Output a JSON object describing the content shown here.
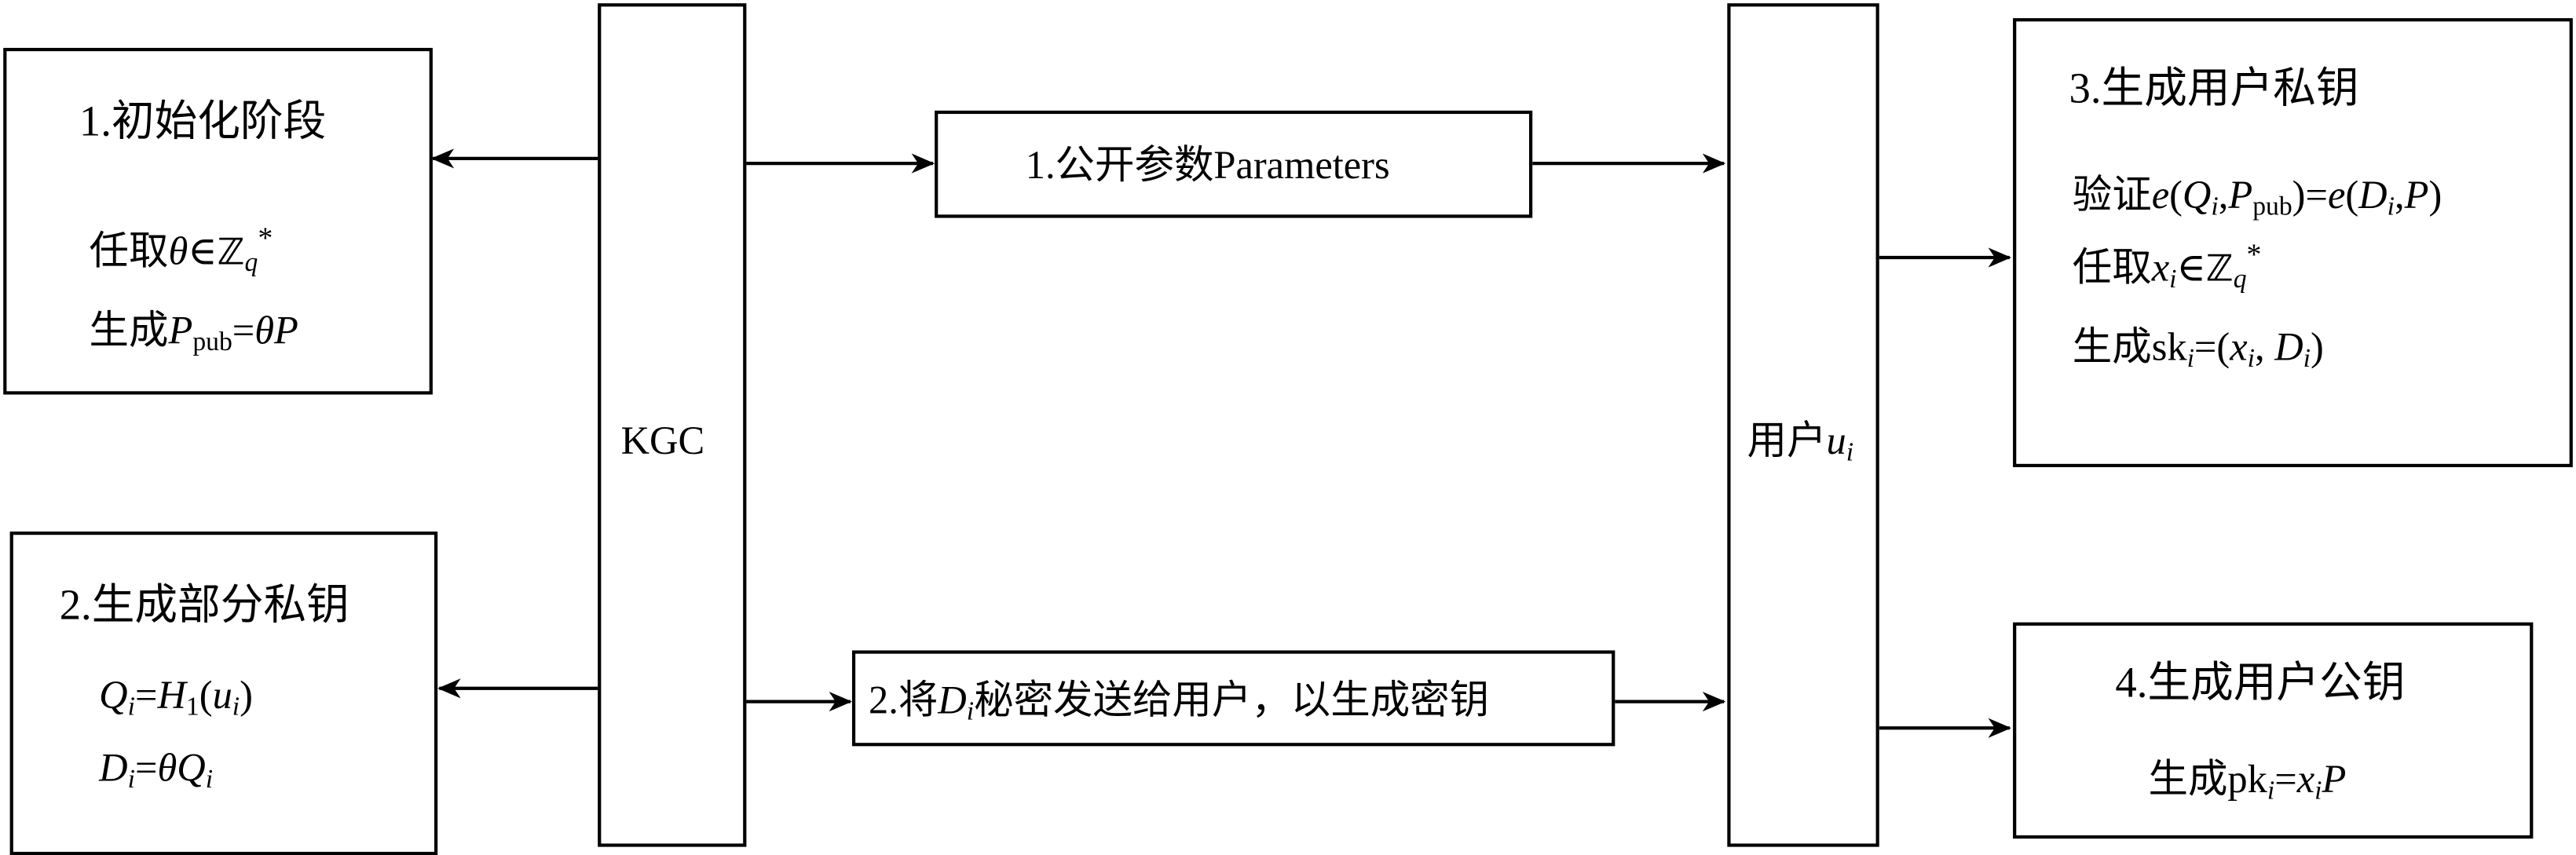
{
  "boxes": {
    "init": {
      "title": "1.初始化阶段",
      "line1_prefix": "任取",
      "line1_var": "θ",
      "line1_in": "∈",
      "line1_set": "ℤ",
      "line1_sub": "q",
      "line1_sup": "*",
      "line2_prefix": "生成",
      "line2_var": "P",
      "line2_sub": "pub",
      "line2_eq": "=",
      "line2_rhs": "θP"
    },
    "partial": {
      "title": "2.生成部分私钥",
      "line1_Q": "Q",
      "line1_i": "i",
      "line1_eq": "=",
      "line1_H": "H",
      "line1_H_sub": "1",
      "line1_lp": "(",
      "line1_u": "u",
      "line1_u_sub": "i",
      "line1_rp": ")",
      "line2_D": "D",
      "line2_i": "i",
      "line2_eq": "=",
      "line2_theta": "θ",
      "line2_Q": "Q",
      "line2_Q_sub": "i"
    },
    "kgc": {
      "label": "KGC"
    },
    "user": {
      "label_prefix": "用户",
      "label_var": "u",
      "label_sub": "i"
    },
    "params": {
      "label": "1.公开参数Parameters"
    },
    "send": {
      "prefix": "2.将",
      "var": "D",
      "sub": "i",
      "suffix": "秘密发送给用户，以生成密钥"
    },
    "privkey": {
      "title": "3.生成用户私钥",
      "v_prefix": "验证",
      "v_e1": "e",
      "v_lp1": "(",
      "v_Q": "Q",
      "v_Qi": "i",
      "v_comma1": ",",
      "v_P": "P",
      "v_Psub": "pub",
      "v_rp1": ")=",
      "v_e2": "e",
      "v_lp2": "(",
      "v_D": "D",
      "v_Di": "i",
      "v_comma2": ",",
      "v_P2": "P",
      "v_rp2": ")",
      "x_prefix": "任取",
      "x_var": "x",
      "x_sub": "i",
      "x_in": "∈",
      "x_set": "ℤ",
      "x_set_sub": "q",
      "x_set_sup": "*",
      "s_prefix": "生成",
      "s_sk": "sk",
      "s_sk_sub": "i",
      "s_eq": "=(",
      "s_x": "x",
      "s_x_sub": "i",
      "s_comma": ", ",
      "s_D": "D",
      "s_D_sub": "i",
      "s_rp": ")"
    },
    "pubkey": {
      "title": "4.生成用户公钥",
      "p_prefix": "生成",
      "p_pk": "pk",
      "p_pk_sub": "i",
      "p_eq": "=",
      "p_x": "x",
      "p_x_sub": "i",
      "p_P": "P"
    }
  }
}
